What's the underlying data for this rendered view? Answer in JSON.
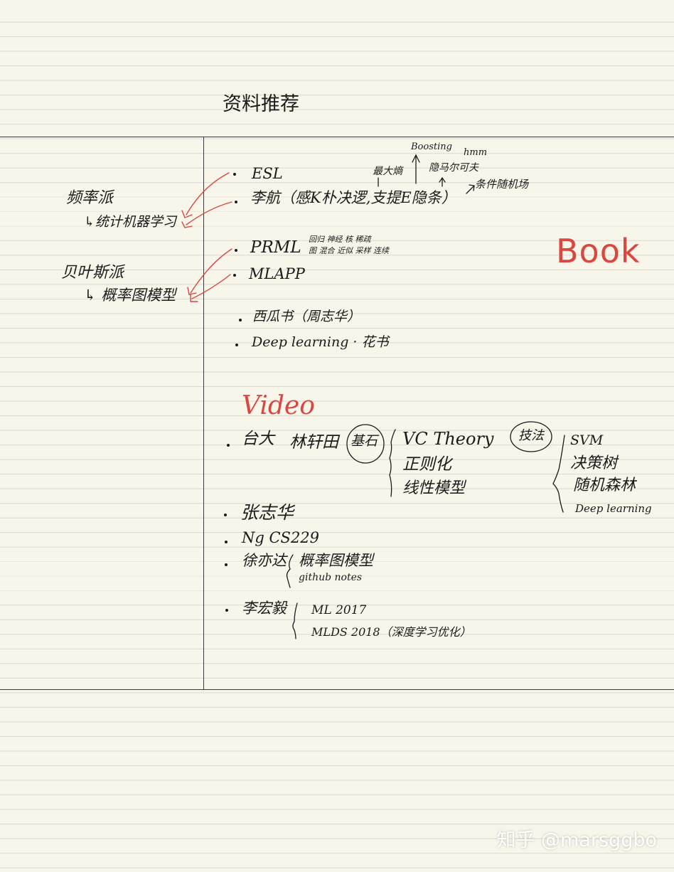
{
  "title": "资料推荐",
  "left": {
    "freq": "频率派",
    "freq_sub": "↳统计机器学习",
    "bayes": "贝叶斯派",
    "bayes_sub": "↳ 概率图模型"
  },
  "books": {
    "label": "Book",
    "items": [
      "ESL",
      "李航（感K朴决逻,支提E隐条）",
      "PRML",
      "MLAPP",
      "西瓜书（周志华）",
      "Deep learning · 花书"
    ],
    "notes": {
      "boosting": "Boosting",
      "hmm": "hmm",
      "maxent": "最大熵",
      "hidden_markov": "隐马尔可夫",
      "crf": "条件随机场",
      "prml_1": "回归 神经 核 稀疏",
      "prml_2": "图 混合 近似 采样 连续"
    }
  },
  "videos": {
    "label": "Video",
    "taida": "台大",
    "lin": "林轩田",
    "basic": "基石",
    "basic_items": [
      "VC Theory",
      "正则化",
      "线性模型"
    ],
    "tech": "技法",
    "tech_items": [
      "SVM",
      "决策树",
      "随机森林",
      "Deep learning"
    ],
    "others": [
      "张志华",
      "Ng  CS229",
      "徐亦达",
      "李宏毅"
    ],
    "xu_items": [
      "概率图模型",
      "github notes"
    ],
    "li_items": [
      "ML 2017",
      "MLDS 2018（深度学习优化）"
    ]
  },
  "watermark": "知乎 @marsggbo"
}
